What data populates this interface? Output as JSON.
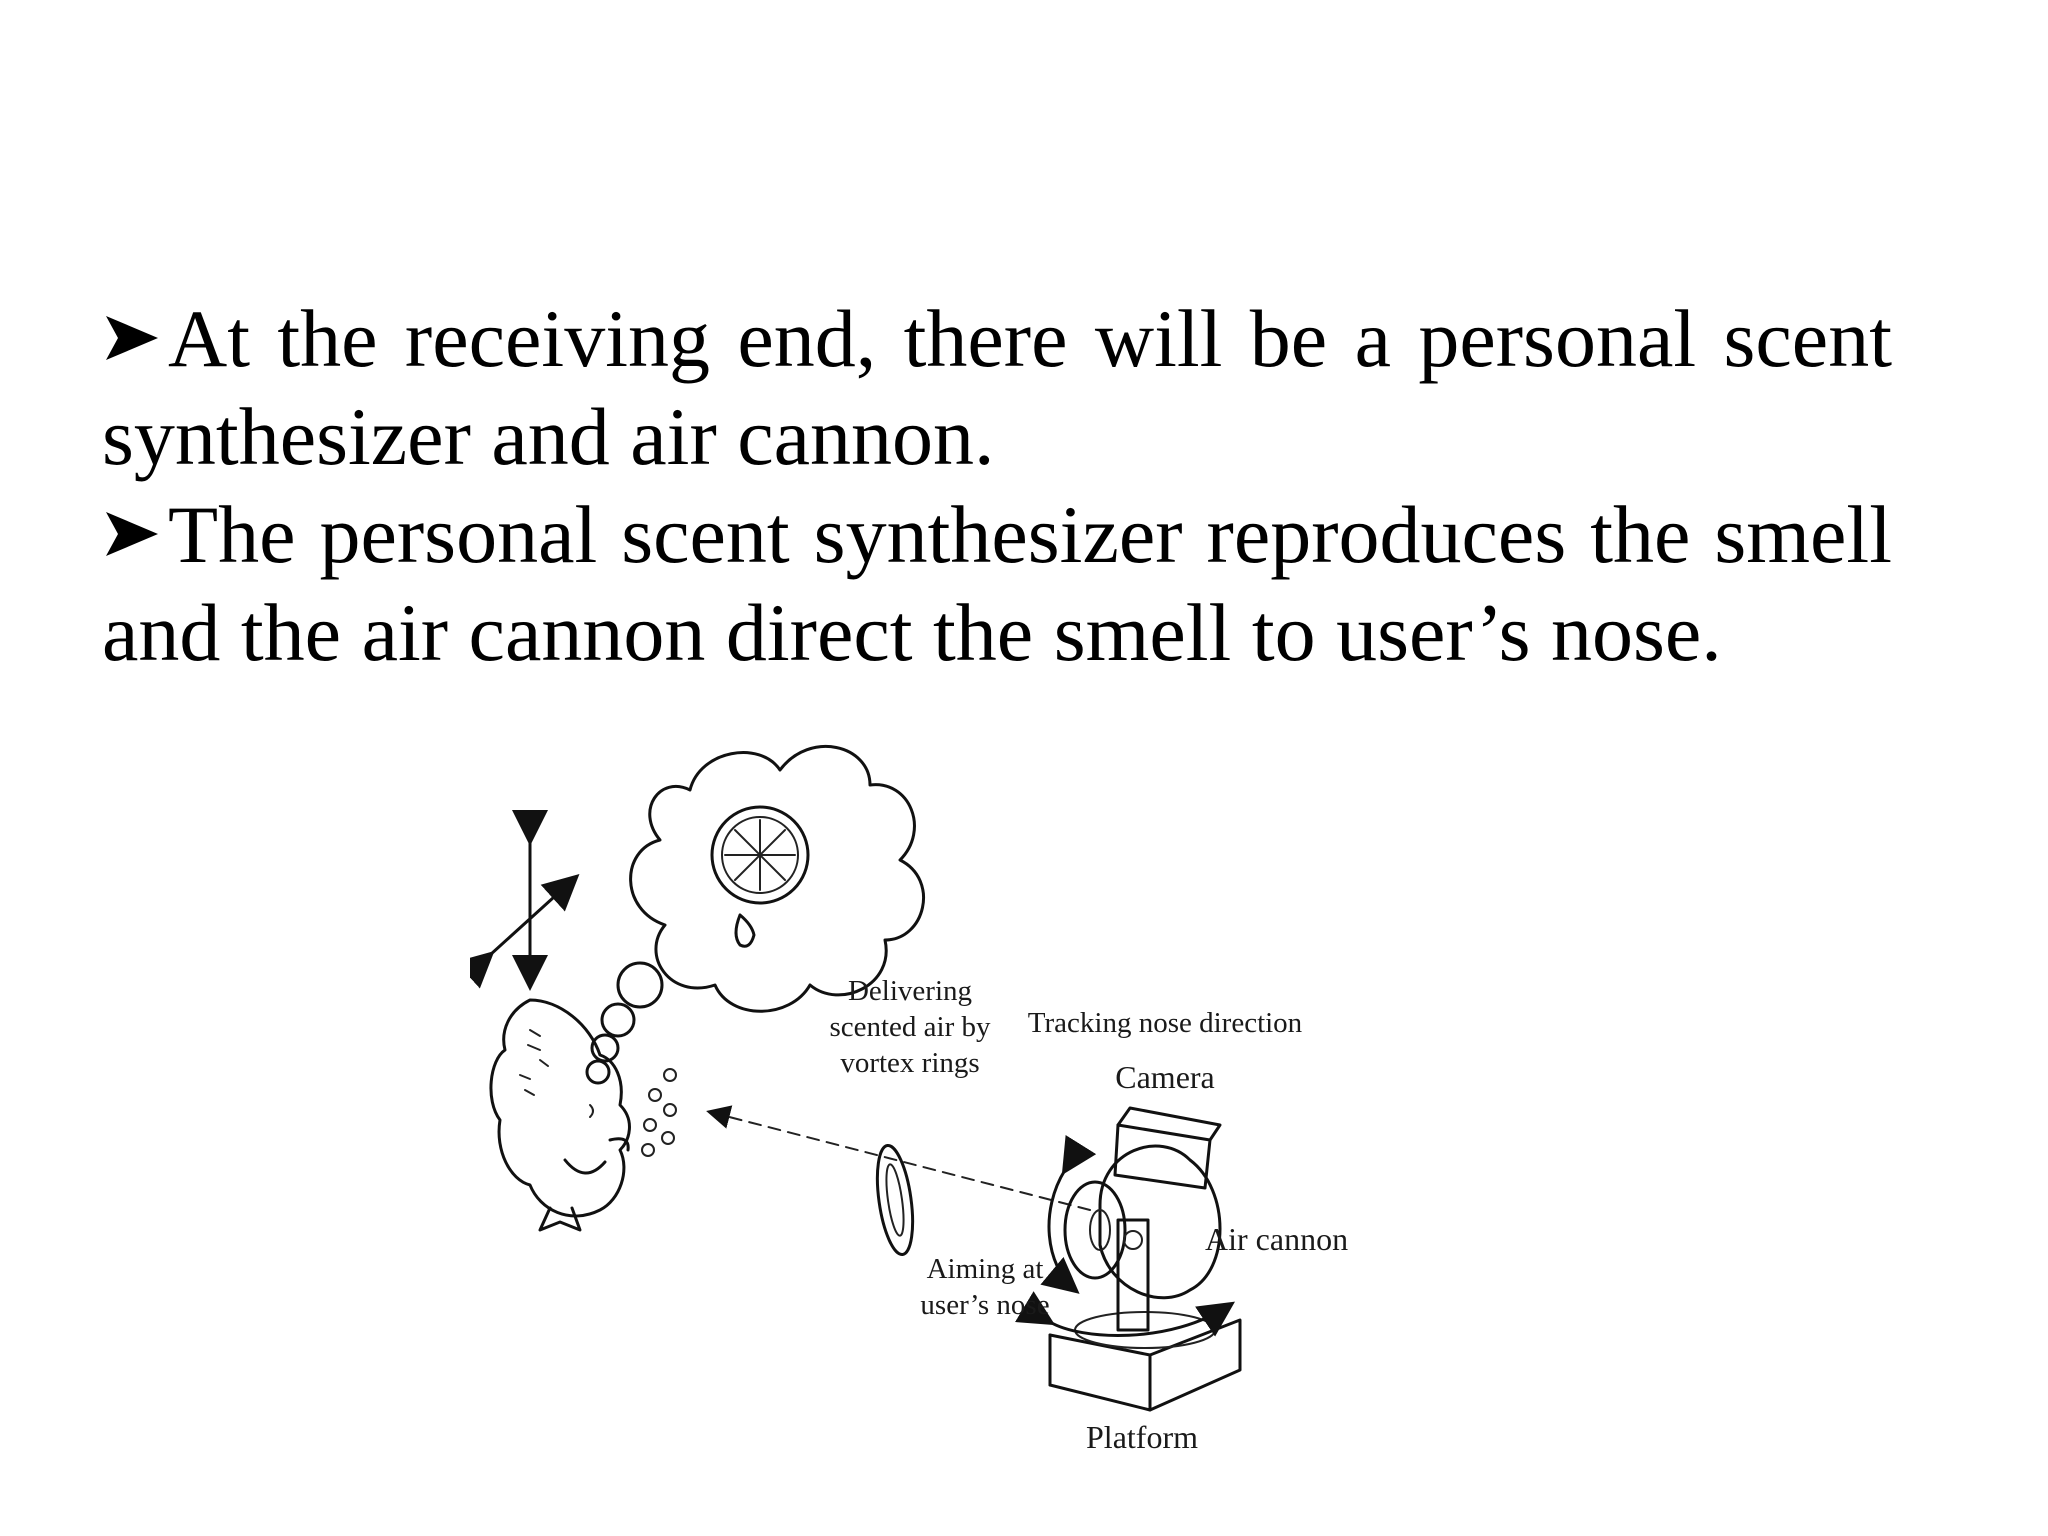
{
  "bullets": [
    {
      "icon": "arrow-bullet-icon",
      "text": "At the receiving end, there will be a personal scent synthesizer and air cannon."
    },
    {
      "icon": "arrow-bullet-icon",
      "text": "The personal scent synthesizer reproduces the smell and the air cannon direct  the  smell to user’s nose."
    }
  ],
  "diagram": {
    "labels": {
      "delivering_line1": "Delivering",
      "delivering_line2": "scented air by",
      "delivering_line3": "vortex rings",
      "tracking": "Tracking nose direction",
      "camera": "Camera",
      "air_cannon": "Air cannon",
      "aiming_line1": "Aiming at",
      "aiming_line2": "user’s nose",
      "platform": "Platform"
    }
  }
}
